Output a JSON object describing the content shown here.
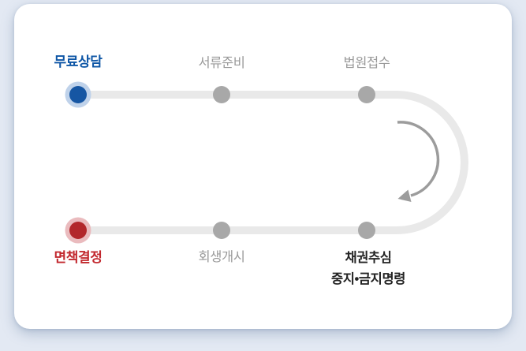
{
  "diagram": {
    "top_steps": [
      {
        "label": "무료상담"
      },
      {
        "label": "서류준비"
      },
      {
        "label": "법원접수"
      }
    ],
    "bottom_steps": [
      {
        "label": "면책결정"
      },
      {
        "label": "회생개시"
      },
      {
        "label": "채권추심",
        "label2": "중지•금지명령"
      }
    ]
  },
  "colors": {
    "track": "#e9e9e9",
    "dot_gray": "#a8a8a8",
    "arrow": "#9c9c9c",
    "blue": "#1656a3",
    "blue_halo": "#bfd2ea",
    "red": "#b2272b",
    "red_halo": "#eabbbe",
    "label_blue": "#0e56a6",
    "label_red": "#c2282e",
    "label_gray": "#9a9a9a",
    "label_dark": "#232323"
  }
}
